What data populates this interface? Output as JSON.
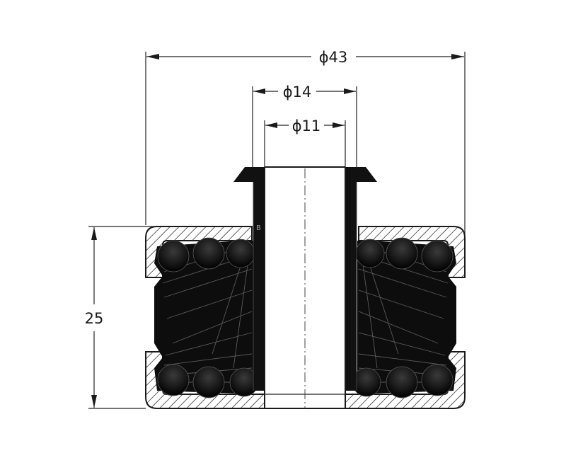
{
  "drawing": {
    "dimensions": {
      "outer_diameter": "ϕ43",
      "flange_diameter": "ϕ14",
      "bore_diameter": "ϕ11",
      "height": "25"
    },
    "watermark": "B",
    "colors": {
      "line": "#1a1a1a",
      "rubber": "#0d0d0d",
      "background": "#ffffff"
    }
  }
}
